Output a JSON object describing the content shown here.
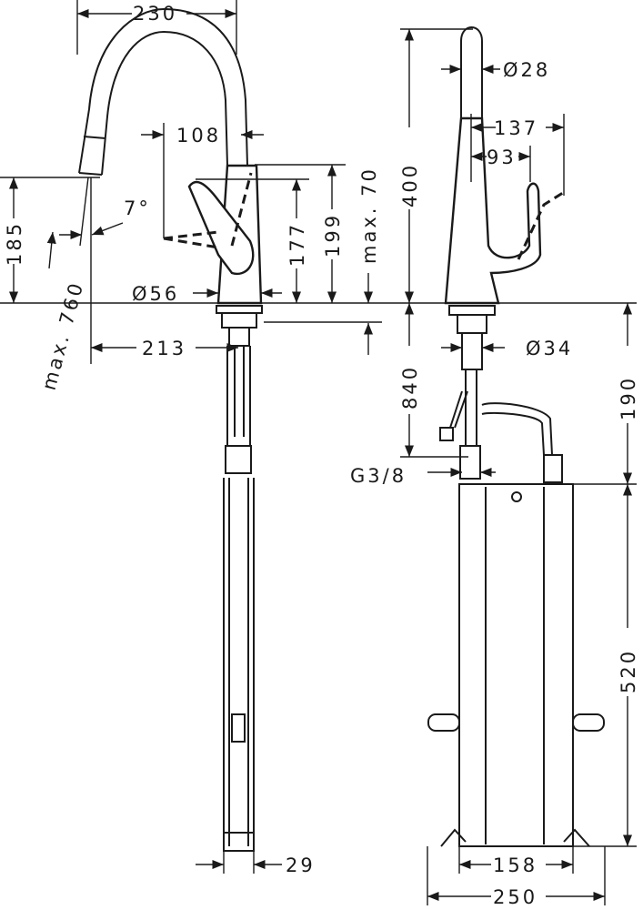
{
  "drawing": {
    "side_view": {
      "dimensions": {
        "spout_reach": "230",
        "lever_reach": "108",
        "spout_height": "185",
        "max_counter": "max. 760",
        "angle": "7°",
        "lever_height": "177",
        "body_height": "199",
        "max_thickness": "max. 70",
        "body_diameter": "Ø56",
        "outlet_offset": "213",
        "hose_width": "29"
      }
    },
    "front_view": {
      "dimensions": {
        "total_height": "400",
        "spout_diameter": "Ø28",
        "lever_reach": "137",
        "lever_offset": "93",
        "shank_diameter": "Ø34",
        "hose_length": "840",
        "connection_height": "190",
        "thread": "G3/8",
        "box_height": "520",
        "box_inner_width": "158",
        "box_outer_width": "250"
      }
    },
    "line_color": "#1a1a1a"
  }
}
